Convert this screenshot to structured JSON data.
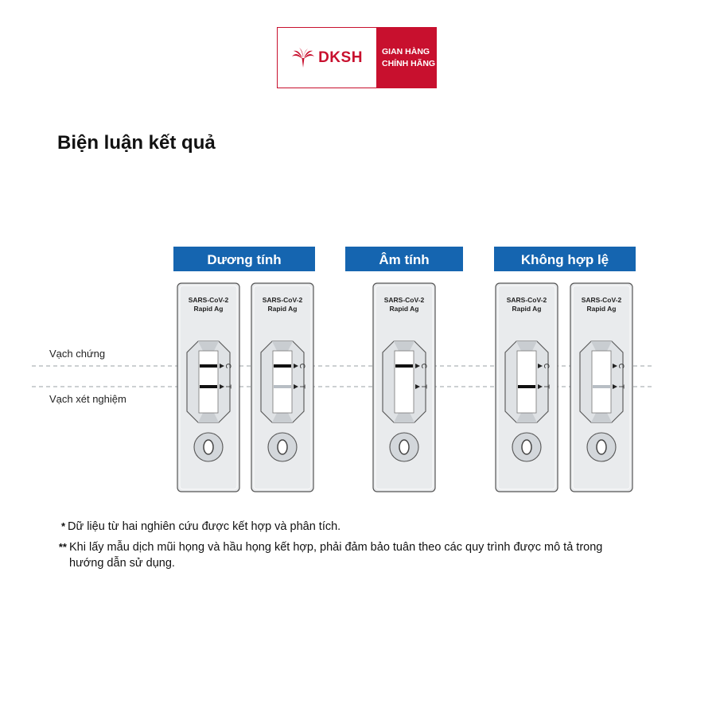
{
  "logo": {
    "wordmark": "DKSH",
    "tagline_line1": "GIAN HÀNG",
    "tagline_line2": "CHÍNH HÃNG",
    "brand_color": "#c8102e"
  },
  "heading": "Biện luận kết quả",
  "colors": {
    "banner": "#1565b0",
    "cassette_fill": "#e9ebed",
    "line_strong": "#111111",
    "line_faint": "#b8bec4"
  },
  "labels": {
    "control_line": "Vạch chứng",
    "test_line": "Vạch  xét nghiệm",
    "control_marker": "C",
    "test_marker": "T"
  },
  "groups": [
    {
      "title": "Dương tính"
    },
    {
      "title": "Âm tính"
    },
    {
      "title": "Không hợp lệ"
    }
  ],
  "cassettes": [
    {
      "line1": "SARS-CoV-2",
      "line2": "Rapid Ag",
      "control": "strong",
      "test": "strong"
    },
    {
      "line1": "SARS-CoV-2",
      "line2": "Rapid Ag",
      "control": "strong",
      "test": "faint"
    },
    {
      "line1": "SARS-CoV-2",
      "line2": "Rapid Ag",
      "control": "strong",
      "test": "none"
    },
    {
      "line1": "SARS-CoV-2",
      "line2": "Rapid Ag",
      "control": "none",
      "test": "strong"
    },
    {
      "line1": "SARS-CoV-2",
      "line2": "Rapid Ag",
      "control": "none",
      "test": "faint"
    }
  ],
  "footnotes": [
    {
      "mark": "*",
      "text": "Dữ liệu từ hai nghiên cứu được kết hợp và phân tích."
    },
    {
      "mark": "**",
      "text": "Khi lấy mẫu dịch mũi họng và hầu họng kết hợp, phải đảm bảo tuân theo các quy trình được mô tả trong hướng dẫn sử dụng."
    }
  ]
}
